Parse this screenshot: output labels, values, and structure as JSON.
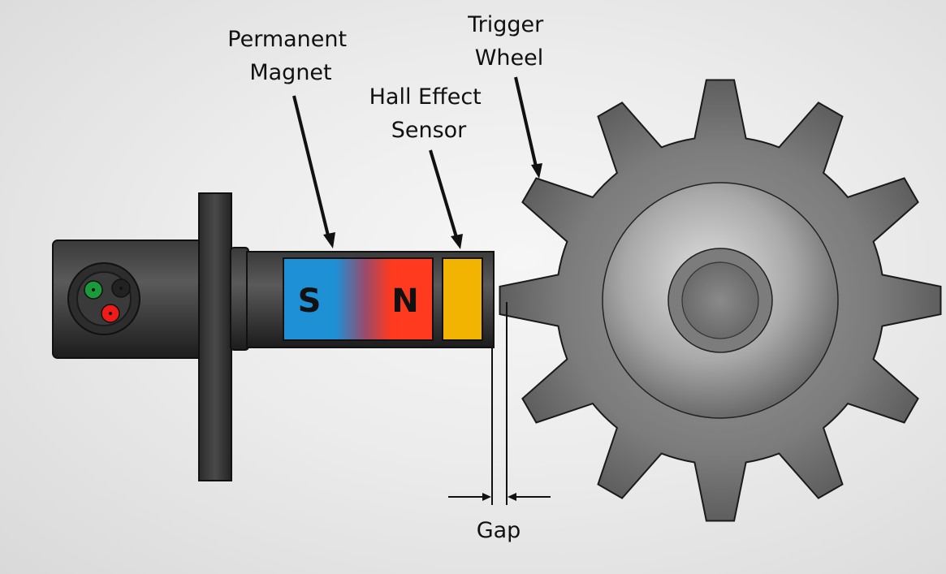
{
  "labels": {
    "permanent_magnet": [
      "Permanent",
      "Magnet"
    ],
    "hall_effect_sensor": [
      "Hall Effect",
      "Sensor"
    ],
    "trigger_wheel": [
      "Trigger",
      "Wheel"
    ],
    "gap": "Gap"
  },
  "magnet": {
    "south": "S",
    "north": "N"
  },
  "colors": {
    "south_pole": "#1e90d6",
    "north_pole": "#ff3a1e",
    "sensor": "#f2b400",
    "connector_pins": [
      "#1a9a3a",
      "#222222",
      "#ee1b1b"
    ]
  },
  "wheel": {
    "teeth": 12
  }
}
